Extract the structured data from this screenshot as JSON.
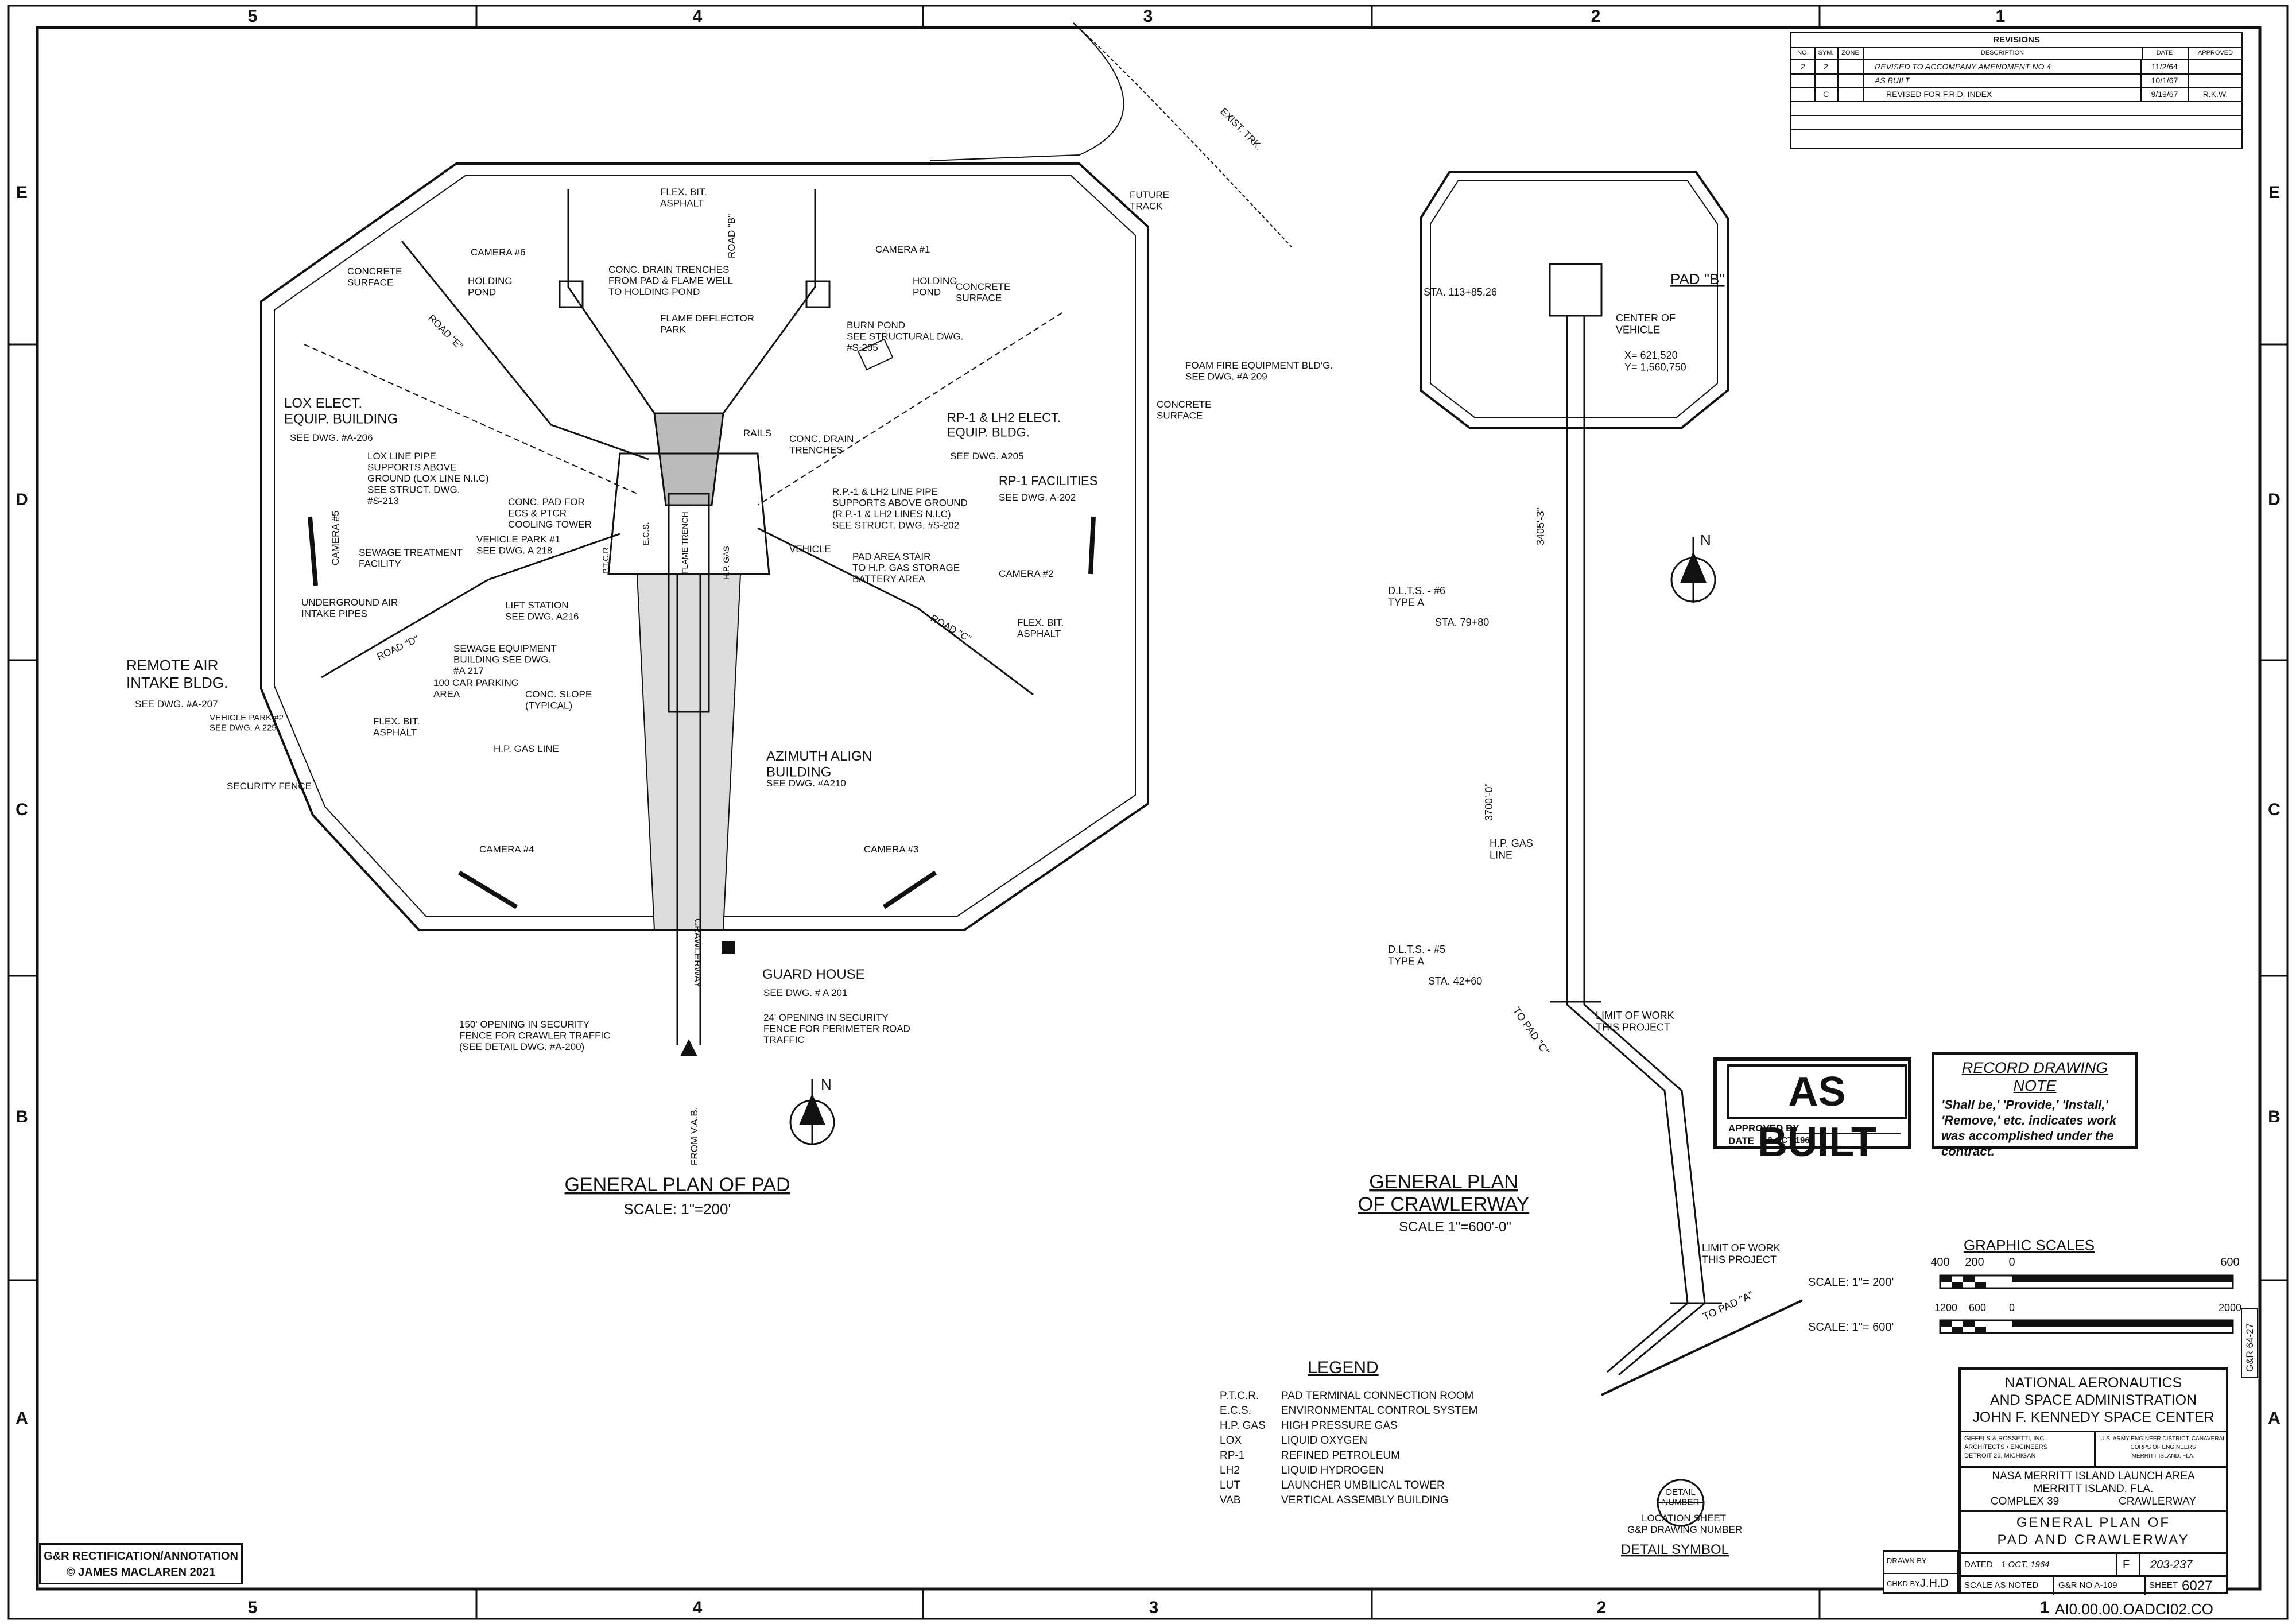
{
  "border": {
    "columns": [
      "5",
      "4",
      "3",
      "2",
      "1"
    ],
    "rows": [
      "E",
      "D",
      "C",
      "B",
      "A"
    ]
  },
  "drawing_id": "AI0.00.00.OADCI02.CO",
  "revisions": {
    "title": "REVISIONS",
    "headers": [
      "NO.",
      "SYM.",
      "ZONE",
      "DESCRIPTION",
      "DATE",
      "APPROVED"
    ],
    "rows": [
      {
        "no": "2",
        "sym": "2",
        "zone": "",
        "desc": "REVISED TO ACCOMPANY AMENDMENT NO 4",
        "date": "11/2/64",
        "approved": ""
      },
      {
        "no": "",
        "sym": "",
        "zone": "",
        "desc": "AS BUILT",
        "date": "10/1/67",
        "approved": ""
      },
      {
        "no": "",
        "sym": "C",
        "zone": "",
        "desc": "REVISED FOR F.R.D. INDEX",
        "date": "9/19/67",
        "approved": "R.K.W."
      }
    ]
  },
  "pad": {
    "title": "GENERAL PLAN OF PAD",
    "scale": "SCALE: 1\"=200'",
    "labels": {
      "flex_bit_asphalt_top": "FLEX. BIT.\nASPHALT",
      "camera6": "CAMERA #6",
      "camera1": "CAMERA #1",
      "camera2": "CAMERA #2",
      "camera3": "CAMERA #3",
      "camera4": "CAMERA #4",
      "camera5": "CAMERA #5",
      "concrete_surface_left": "CONCRETE\nSURFACE",
      "concrete_surface_right": "CONCRETE\nSURFACE",
      "holding_pond_left": "HOLDING\nPOND",
      "holding_pond_right": "HOLDING\nPOND",
      "drain_trenches": "CONC. DRAIN TRENCHES\nFROM PAD & FLAME WELL\nTO HOLDING POND",
      "flame_deflector": "FLAME DEFLECTOR\nPARK",
      "burn_pond": "BURN POND\nSEE STRUCTURAL DWG.\n#S-205",
      "road_e": "ROAD \"E\"",
      "road_b": "ROAD \"B\"",
      "road_c": "ROAD \"C\"",
      "road_d": "ROAD \"D\"",
      "lox_elect": "LOX ELECT.\nEQUIP. BUILDING",
      "lox_elect_see": "SEE DWG. #A-206",
      "lox_line": "LOX LINE PIPE\nSUPPORTS ABOVE\nGROUND (LOX LINE N.I.C)\nSEE STRUCT. DWG.\n#S-213",
      "conc_pad": "CONC. PAD FOR\nECS & PTCR\nCOOLING TOWER",
      "vehicle_park1": "VEHICLE PARK #1\nSEE DWG. A 218",
      "sewage_treatment": "SEWAGE TREATMENT\nFACILITY",
      "underground_air": "UNDERGROUND AIR\nINTAKE PIPES",
      "lift_station": "LIFT STATION\nSEE DWG. A216",
      "sewage_equipment": "SEWAGE EQUIPMENT\nBUILDING SEE DWG.\n#A 217",
      "car_parking": "100 CAR PARKING\nAREA",
      "remote_air": "REMOTE AIR\nINTAKE BLDG.",
      "remote_air_see": "SEE DWG. #A-207",
      "vehicle_park2": "VEHICLE PARK #2\nSEE DWG. A 225",
      "flex_bit_asphalt_left": "FLEX. BIT.\nASPHALT",
      "flex_bit_asphalt_right": "FLEX. BIT.\nASPHALT",
      "rails": "RAILS",
      "conc_drain_trenches": "CONC. DRAIN\nTRENCHES",
      "rp1_elect": "RP-1 & LH2 ELECT.\nEQUIP. BLDG.",
      "rp1_elect_see": "SEE DWG. A205",
      "rp1_facilities": "RP-1 FACILITIES",
      "rp1_facilities_see": "SEE DWG. A-202",
      "rp1_line": "R.P.-1 & LH2 LINE PIPE\nSUPPORTS ABOVE GROUND\n(R.P.-1 & LH2 LINES N.I.C)\nSEE STRUCT. DWG. #S-202",
      "vehicle": "VEHICLE",
      "pad_area_stair": "PAD AREA STAIR\nTO H.P. GAS STORAGE\nBATTERY AREA",
      "conc_slope": "CONC. SLOPE\n(TYPICAL)",
      "hp_gas_line": "H.P. GAS LINE",
      "security_fence": "SECURITY FENCE",
      "azimuth": "AZIMUTH ALIGN\nBUILDING",
      "azimuth_see": "SEE DWG. #A210",
      "guard_house": "GUARD HOUSE",
      "guard_house_see": "SEE DWG. # A 201",
      "opening_150": "150' OPENING IN SECURITY\nFENCE FOR CRAWLER TRAFFIC\n(SEE DETAIL DWG. #A-200)",
      "opening_24": "24' OPENING IN SECURITY\nFENCE FOR PERIMETER ROAD\nTRAFFIC",
      "from_vab": "FROM V.A.B.",
      "crawlerway": "CRAWLERWAY",
      "flame_trench": "FLAME TRENCH",
      "ptcr": "P.T.C.R.",
      "ecs": "E.C.S.",
      "hp_gas": "H.P. GAS",
      "future_track": "FUTURE\nTRACK",
      "exist_trk": "EXIST. TRK.",
      "foam_fire": "FOAM FIRE EQUIPMENT BLD'G.\nSEE DWG. #A 209",
      "concrete_surface_east": "CONCRETE\nSURFACE"
    }
  },
  "crawlerway": {
    "title": "GENERAL PLAN\nOF CRAWLERWAY",
    "scale": "SCALE 1\"=600'-0\"",
    "labels": {
      "pad_b": "PAD \"B\"",
      "sta_113": "STA. 113+85.26",
      "center_vehicle": "CENTER OF\nVEHICLE",
      "coords": "X= 621,520\nY= 1,560,750",
      "len_3405": "3405'-3\"",
      "dlts6": "D.L.T.S. - #6\nTYPE A",
      "sta_79": "STA. 79+80",
      "len_3700": "3700'-0\"",
      "hp_gas_line": "H.P. GAS\nLINE",
      "dlts5": "D.L.T.S. - #5\nTYPE A",
      "sta_42": "STA. 42+60",
      "limit_work_1": "LIMIT OF WORK\nTHIS PROJECT",
      "limit_work_2": "LIMIT OF WORK\nTHIS PROJECT",
      "to_pad_c": "TO PAD \"C\"",
      "to_pad_a": "TO PAD \"A\""
    }
  },
  "north_arrow": "N",
  "as_built": {
    "stamp": "AS BUILT",
    "approved": "APPROVED BY",
    "date_label": "DATE",
    "date": "12 OCT 1967"
  },
  "record_note": {
    "heading": "RECORD DRAWING NOTE",
    "body": "'Shall be,' 'Provide,' 'Install,' 'Remove,' etc. indicates work was accomplished under the contract."
  },
  "graphic_scales": {
    "title": "GRAPHIC SCALES",
    "scale1_label": "SCALE: 1\"= 200'",
    "scale1_ticks": [
      "400",
      "200",
      "0",
      "600"
    ],
    "scale2_label": "SCALE: 1\"= 600'",
    "scale2_ticks": [
      "1200",
      "600",
      "0",
      "2000"
    ]
  },
  "legend": {
    "title": "LEGEND",
    "items": [
      {
        "abbr": "P.T.C.R.",
        "desc": "PAD TERMINAL CONNECTION ROOM"
      },
      {
        "abbr": "E.C.S.",
        "desc": "ENVIRONMENTAL CONTROL SYSTEM"
      },
      {
        "abbr": "H.P. GAS",
        "desc": "HIGH PRESSURE GAS"
      },
      {
        "abbr": "LOX",
        "desc": "LIQUID OXYGEN"
      },
      {
        "abbr": "RP-1",
        "desc": "REFINED PETROLEUM"
      },
      {
        "abbr": "LH2",
        "desc": "LIQUID HYDROGEN"
      },
      {
        "abbr": "LUT",
        "desc": "LAUNCHER UMBILICAL TOWER"
      },
      {
        "abbr": "VAB",
        "desc": "VERTICAL ASSEMBLY BUILDING"
      }
    ]
  },
  "detail_symbol": {
    "bubble": "DETAIL\nNUMBER",
    "line1": "LOCATION SHEET",
    "line2": "G&P DRAWING NUMBER",
    "title": "DETAIL SYMBOL"
  },
  "title_block": {
    "agency1": "NATIONAL AERONAUTICS",
    "agency2": "AND SPACE ADMINISTRATION",
    "center": "JOHN F. KENNEDY SPACE CENTER",
    "architect": "GIFFELS & ROSSETTI, INC.\nARCHITECTS • ENGINEERS\nDETROIT 26, MICHIGAN",
    "army": "U.S. ARMY ENGINEER DISTRICT, CANAVERAL\nCORPS OF ENGINEERS\nMERRITT ISLAND, FLA.",
    "project1": "NASA MERRITT ISLAND LAUNCH AREA",
    "project2": "MERRITT ISLAND, FLA.",
    "project3_left": "COMPLEX 39",
    "project3_right": "CRAWLERWAY",
    "drawing1": "GENERAL PLAN OF",
    "drawing2": "PAD AND CRAWLERWAY",
    "dated": "DATED",
    "date_val": "1 OCT. 1964",
    "size": "F",
    "file_no": "203-237",
    "scale": "SCALE AS NOTED",
    "gr_no": "G&R NO A-109",
    "sheet_label": "SHEET",
    "sheet_no": "6027",
    "drawn_by": "DRAWN BY",
    "checked_by": "CHKD BY",
    "checked_val": "J.H.D"
  },
  "gr_stamp": "G&R 64-27",
  "rectification": {
    "line1": "G&R RECTIFICATION/ANNOTATION",
    "line2": "© JAMES MACLAREN 2021"
  }
}
